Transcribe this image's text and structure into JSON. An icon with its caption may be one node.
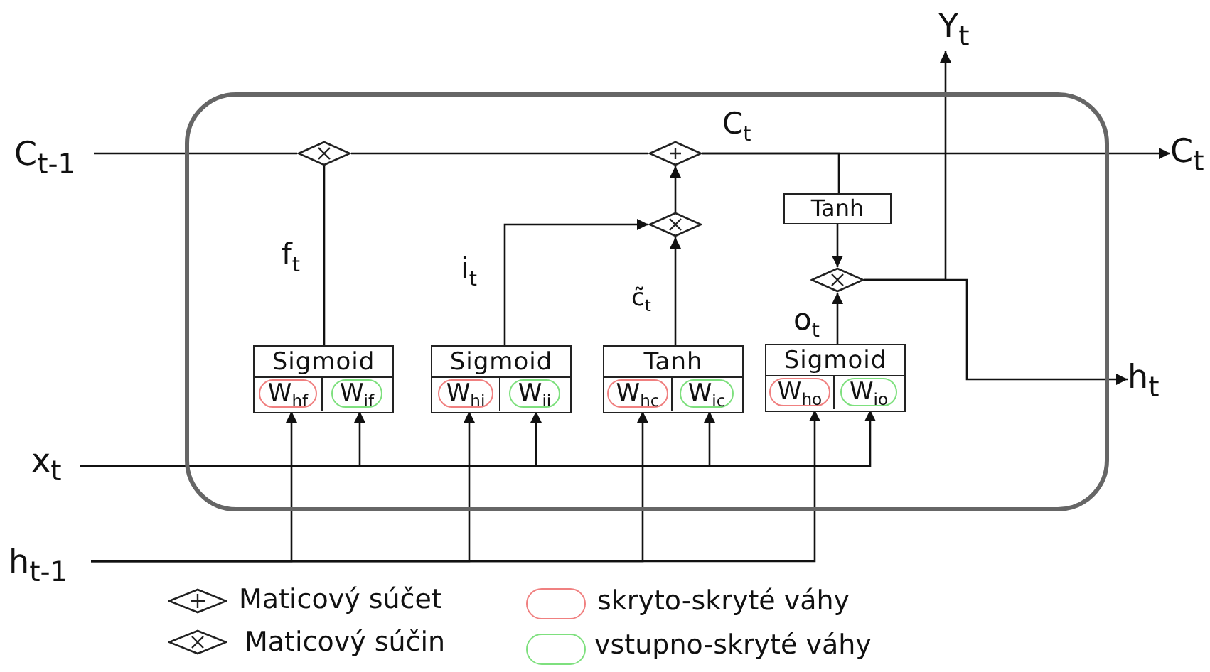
{
  "diagram": {
    "nodes": [
      {
        "text": [],
        "shape": "box"
      },
      {
        "text": [
          "C$_{t-1}$"
        ]
      },
      {
        "text": [
          "C$_{t}$"
        ]
      },
      {
        "text": [
          "Y$_{t}$"
        ]
      },
      {
        "text": [
          "h$_{t}$"
        ]
      },
      {
        "text": [
          "x$_{t}$"
        ]
      },
      {
        "text": [
          "h$_{t-1}$"
        ]
      },
      {
        "text": [],
        "shape": "diamond",
        "in": 0
      },
      {
        "text": [],
        "shape": "diamond",
        "in": 0
      },
      {
        "text": [],
        "shape": "diamond",
        "in": 0
      },
      {
        "text": [],
        "shape": "diamond",
        "in": 0
      },
      {
        "text": [
          "Sigmoid"
        ],
        "in": 0
      },
      {
        "text": [
          "W$_{hf}$"
        ],
        "in": 11
      },
      {
        "text": [
          "W$_{if}$"
        ],
        "in": 11
      },
      {
        "text": [
          "Sigmoid"
        ],
        "in": 0
      },
      {
        "text": [
          "W$_{hi}$"
        ],
        "in": 14
      },
      {
        "text": [
          "W$_{ii}$"
        ],
        "in": 14
      },
      {
        "text": [
          "Tanh"
        ],
        "in": 0
      },
      {
        "text": [
          "W$_{hc}$"
        ],
        "in": 17
      },
      {
        "text": [
          "W$_{ic}$"
        ],
        "in": 17
      },
      {
        "text": [
          "Sigmoid"
        ],
        "in": 0
      },
      {
        "text": [
          "W$_{ho}$"
        ],
        "in": 20
      },
      {
        "text": [
          "W$_{io}$"
        ],
        "in": 20
      },
      {
        "text": [
          "Tanh"
        ],
        "in": 0
      }
    ],
    "edges": [
      {
        "from": 1,
        "to": 7,
        "arrow": "none"
      },
      {
        "from": 7,
        "to": 8,
        "arrow": "none"
      },
      {
        "from": 8,
        "to": 2,
        "arrow": "to",
        "label": "C$_{t}$"
      },
      {
        "from": 8,
        "to": 23,
        "arrow": "none"
      },
      {
        "from": 11,
        "to": 7,
        "arrow": "none",
        "label": "f$_{t}$"
      },
      {
        "from": 14,
        "to": 9,
        "arrow": "to",
        "label": "i$_{t}$"
      },
      {
        "from": 17,
        "to": 9,
        "arrow": "to",
        "label": "c̃$_{t}$"
      },
      {
        "from": 9,
        "to": 8,
        "arrow": "to"
      },
      {
        "from": 23,
        "to": 10,
        "arrow": "to"
      },
      {
        "from": 20,
        "to": 10,
        "arrow": "to",
        "label": "o$_{t}$"
      },
      {
        "from": 10,
        "to": 3,
        "arrow": "to"
      },
      {
        "from": 10,
        "to": 4,
        "arrow": "to"
      },
      {
        "from": 5,
        "to": 13,
        "arrow": "to"
      },
      {
        "from": 5,
        "to": 16,
        "arrow": "to"
      },
      {
        "from": 5,
        "to": 19,
        "arrow": "to"
      },
      {
        "from": 5,
        "to": 22,
        "arrow": "to"
      },
      {
        "from": 6,
        "to": 12,
        "arrow": "to"
      },
      {
        "from": 6,
        "to": 15,
        "arrow": "to"
      },
      {
        "from": 6,
        "to": 18,
        "arrow": "to"
      },
      {
        "from": 6,
        "to": 21,
        "arrow": "to"
      }
    ],
    "legend": [
      {
        "text": "Maticový súčet"
      },
      {
        "text": "Maticový súčin"
      },
      {
        "text": "skryto-skryté váhy",
        "color": "#f08080"
      },
      {
        "text": "vstupno-skryté váhy",
        "color": "#7ee07e"
      }
    ]
  }
}
